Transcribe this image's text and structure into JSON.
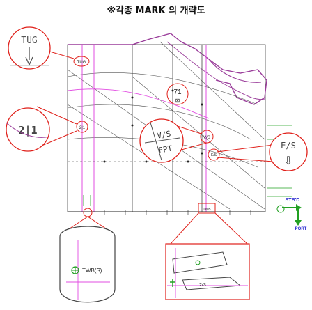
{
  "title": "※각종 MARK 의  개략도",
  "marks": {
    "tug": "TUG",
    "draft": "2|1",
    "vs_top": "V/S",
    "vs_bottom": "FPT",
    "num71": "71",
    "es_label": "E/S",
    "es_arrow": "⇩",
    "twb_small": "TWB",
    "twb_detail": "TWB(S)",
    "stbd": "STB'D",
    "port": "PORT"
  },
  "drawing_labels": {
    "tug_small": "TUG",
    "draft_small": "2|1",
    "vs_small": "V/S",
    "es_small": "E/S",
    "detail_mark": "2/3"
  },
  "colors": {
    "structure": "#9a3c9a",
    "frame": "#4a4a4a",
    "callout": "#e0201a",
    "green": "#22a022",
    "magenta": "#e24ce2",
    "blue": "#2a2ad0"
  }
}
